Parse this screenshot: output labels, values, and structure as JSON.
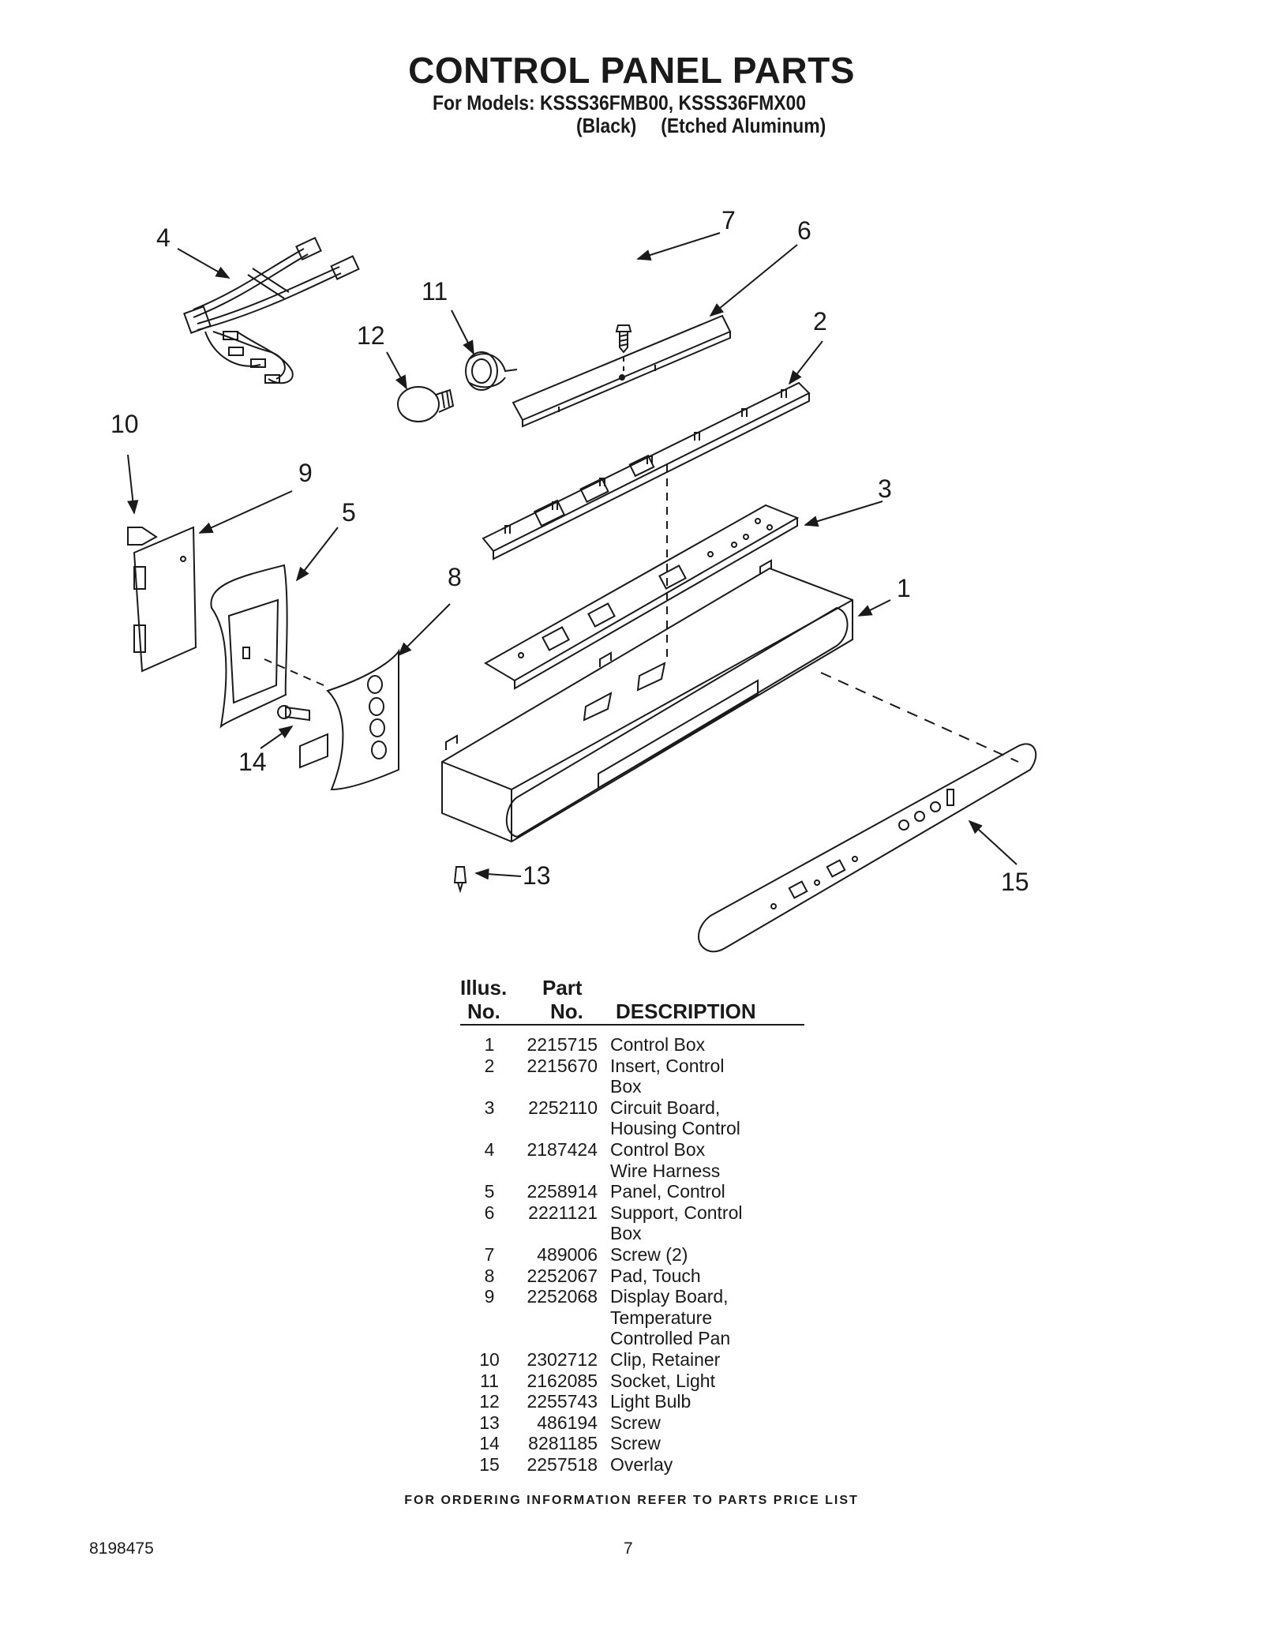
{
  "header": {
    "title": "CONTROL PANEL PARTS",
    "models_line": "For Models: KSSS36FMB00, KSSS36FMX00",
    "variant_black": "(Black)",
    "variant_aluminum": "(Etched Aluminum)"
  },
  "diagram": {
    "callouts": [
      "1",
      "2",
      "3",
      "4",
      "5",
      "6",
      "7",
      "8",
      "9",
      "10",
      "11",
      "12",
      "13",
      "14",
      "15"
    ]
  },
  "table": {
    "col1_line1": "Illus.",
    "col1_line2": "No.",
    "col2_line1": "Part",
    "col2_line2": "No.",
    "col3": "DESCRIPTION",
    "rows": [
      {
        "illus": "1",
        "part": "2215715",
        "desc": [
          "Control Box"
        ]
      },
      {
        "illus": "2",
        "part": "2215670",
        "desc": [
          "Insert, Control",
          "Box"
        ]
      },
      {
        "illus": "3",
        "part": "2252110",
        "desc": [
          "Circuit Board,",
          "Housing Control"
        ]
      },
      {
        "illus": "4",
        "part": "2187424",
        "desc": [
          "Control Box",
          "Wire Harness"
        ]
      },
      {
        "illus": "5",
        "part": "2258914",
        "desc": [
          "Panel, Control"
        ]
      },
      {
        "illus": "6",
        "part": "2221121",
        "desc": [
          "Support, Control",
          "Box"
        ]
      },
      {
        "illus": "7",
        "part": "489006",
        "desc": [
          "Screw (2)"
        ]
      },
      {
        "illus": "8",
        "part": "2252067",
        "desc": [
          "Pad, Touch"
        ]
      },
      {
        "illus": "9",
        "part": "2252068",
        "desc": [
          "Display Board,",
          "Temperature",
          "Controlled Pan"
        ]
      },
      {
        "illus": "10",
        "part": "2302712",
        "desc": [
          "Clip, Retainer"
        ]
      },
      {
        "illus": "11",
        "part": "2162085",
        "desc": [
          "Socket, Light"
        ]
      },
      {
        "illus": "12",
        "part": "2255743",
        "desc": [
          "Light Bulb"
        ]
      },
      {
        "illus": "13",
        "part": "486194",
        "desc": [
          "Screw"
        ]
      },
      {
        "illus": "14",
        "part": "8281185",
        "desc": [
          "Screw"
        ]
      },
      {
        "illus": "15",
        "part": "2257518",
        "desc": [
          "Overlay"
        ]
      }
    ]
  },
  "footer": {
    "ordering_note": "FOR ORDERING INFORMATION REFER TO PARTS PRICE LIST",
    "document_number": "8198475",
    "page_number": "7"
  }
}
